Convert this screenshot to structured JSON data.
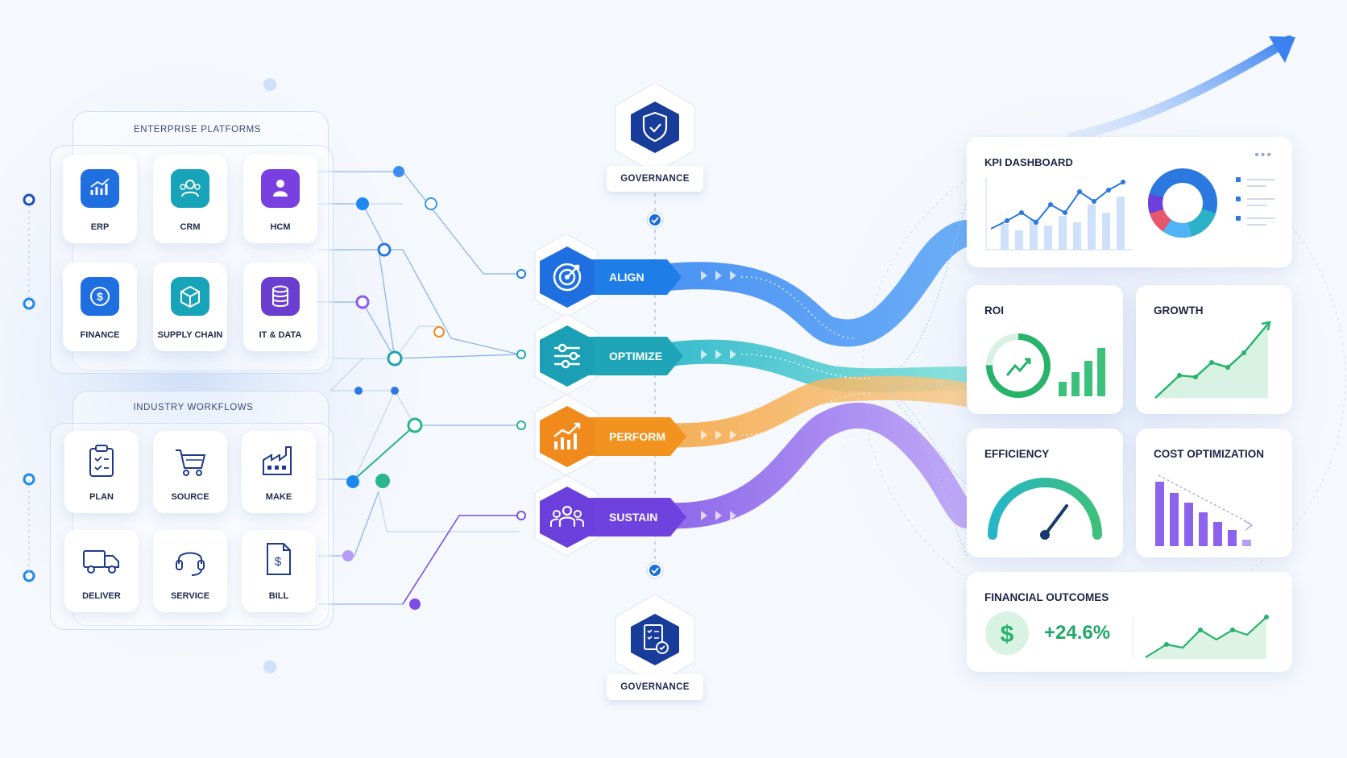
{
  "enterprise": {
    "title": "ENTERPRISE PLATFORMS",
    "tiles": [
      {
        "label": "ERP",
        "icon": "bar-chart-icon",
        "color": "#1f6fe0"
      },
      {
        "label": "CRM",
        "icon": "users-icon",
        "color": "#17a3b8"
      },
      {
        "label": "HCM",
        "icon": "person-icon",
        "color": "#7a3fe0"
      },
      {
        "label": "FINANCE",
        "icon": "dollar-icon",
        "color": "#1f6fe0"
      },
      {
        "label": "SUPPLY CHAIN",
        "icon": "box-icon",
        "color": "#17a3b8"
      },
      {
        "label": "IT & DATA",
        "icon": "database-icon",
        "color": "#6a3fd0"
      }
    ]
  },
  "workflows": {
    "title": "INDUSTRY WORKFLOWS",
    "tiles": [
      {
        "label": "PLAN",
        "icon": "clipboard-icon"
      },
      {
        "label": "SOURCE",
        "icon": "cart-icon"
      },
      {
        "label": "MAKE",
        "icon": "factory-icon"
      },
      {
        "label": "DELIVER",
        "icon": "truck-icon"
      },
      {
        "label": "SERVICE",
        "icon": "headset-icon"
      },
      {
        "label": "BILL",
        "icon": "bill-icon"
      }
    ]
  },
  "governance": {
    "top_label": "GOVERNANCE",
    "bottom_label": "GOVERNANCE"
  },
  "stages": [
    {
      "label": "ALIGN",
      "icon": "target-icon",
      "color": "#1f6fe0",
      "color2": "#2d8cf0"
    },
    {
      "label": "OPTIMIZE",
      "icon": "sliders-icon",
      "color": "#1a9fb5",
      "color2": "#23c1c9"
    },
    {
      "label": "PERFORM",
      "icon": "chart-up-icon",
      "color": "#f08a1c",
      "color2": "#f5a53b"
    },
    {
      "label": "SUSTAIN",
      "icon": "team-icon",
      "color": "#6b3fdc",
      "color2": "#8a5cf0"
    }
  ],
  "dashboard": {
    "kpi_title": "KPI DASHBOARD",
    "roi_title": "ROI",
    "growth_title": "GROWTH",
    "efficiency_title": "EFFICIENCY",
    "cost_title": "COST OPTIMIZATION",
    "financial_title": "FINANCIAL OUTCOMES",
    "financial_value": "+24.6%"
  }
}
